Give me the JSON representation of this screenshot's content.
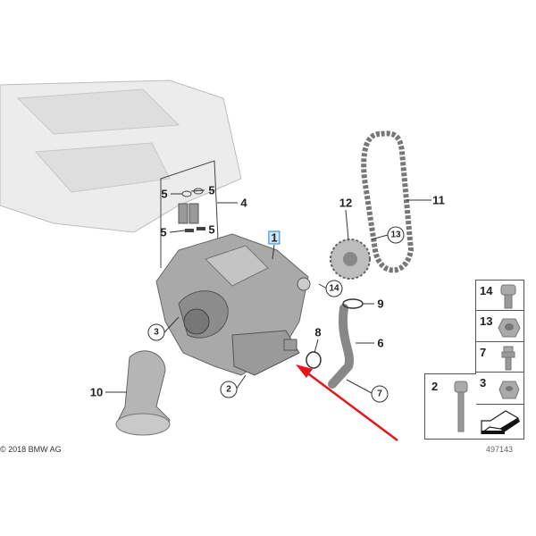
{
  "diagram": {
    "callouts": {
      "c1": "1",
      "c2": "2",
      "c3": "3",
      "c4": "4",
      "c5a": "5",
      "c5b": "5",
      "c5c": "5",
      "c5d": "5",
      "c6": "6",
      "c7": "7",
      "c8": "8",
      "c9": "9",
      "c10": "10",
      "c11": "11",
      "c12": "12",
      "c13": "13",
      "c14": "14"
    },
    "highlighted_callout": "1",
    "highlight_color": "#2a7fd8",
    "arrow_color": "#e8141b"
  },
  "legend": {
    "items": [
      {
        "number": "14",
        "icon": "bolt-icon"
      },
      {
        "number": "13",
        "icon": "hex-nut-icon"
      },
      {
        "number": "7",
        "icon": "stud-bolt-icon"
      },
      {
        "number": "3",
        "icon": "nut-icon"
      }
    ],
    "side_item": {
      "number": "2",
      "icon": "long-bolt-icon"
    },
    "direction_icon": "arrow-icon"
  },
  "footer": {
    "copyright": "© 2018 BMW AG",
    "diagram_number": "497143"
  }
}
